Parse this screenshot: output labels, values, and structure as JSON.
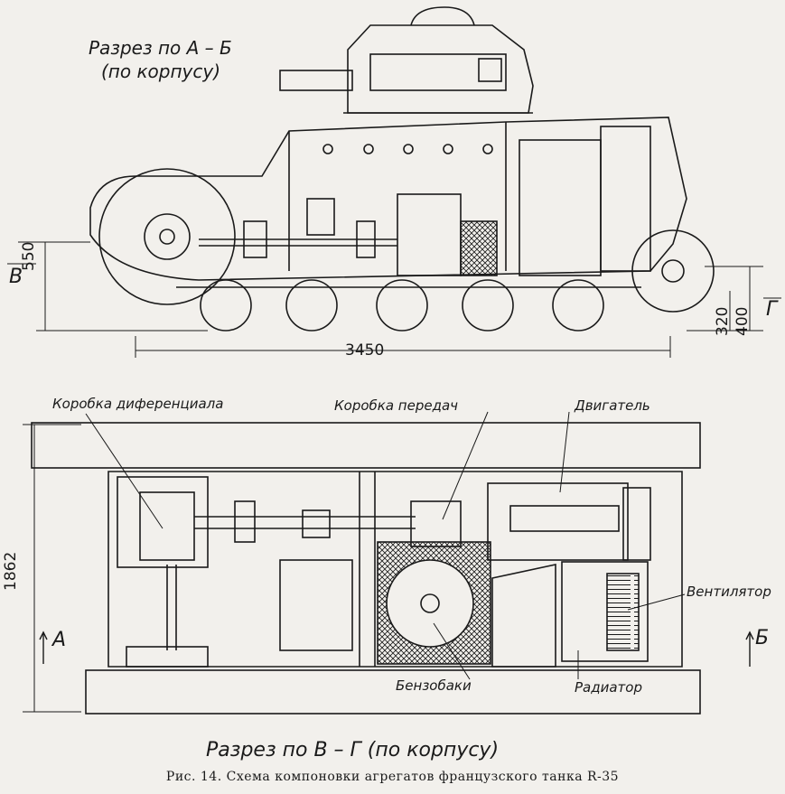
{
  "side_view": {
    "title_line1": "Разрез по А – Б",
    "title_line2": "(по корпусу)",
    "dim_length": "3450",
    "dim_height_left": "550",
    "dim_clearance": "320",
    "dim_height_right": "400",
    "section_mark_left": "В",
    "section_mark_right": "Г"
  },
  "plan_view": {
    "title": "Разрез по В – Г (по корпусу)",
    "dim_width": "1862",
    "section_mark_left": "А",
    "section_mark_right": "Б",
    "callouts": {
      "differential": "Коробка диференциала",
      "gearbox": "Коробка передач",
      "engine": "Двигатель",
      "fan": "Вентилятор",
      "fuel_tanks": "Бензобаки",
      "radiator": "Радиатор"
    }
  },
  "caption": "Рис. 14. Схема компоновки агрегатов французского танка R-35"
}
